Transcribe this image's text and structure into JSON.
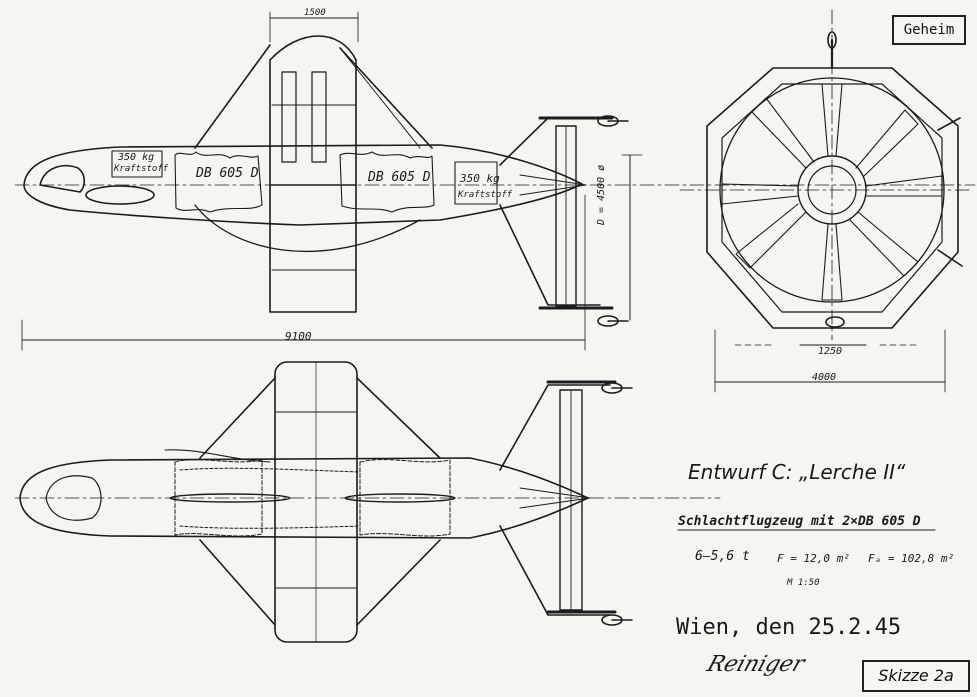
{
  "stamp": "Geheim",
  "title": "Entwurf C: „Lerche II“",
  "subtitle": "Schlachtflugzeug mit 2×DB 605 D",
  "specs": {
    "weight": "6–5,6 t",
    "area_f": "F = 12,0 m²",
    "area_fa": "Fₐ = 102,8 m²",
    "scale": "M 1:50"
  },
  "place_date": "Wien, den 25.2.45",
  "signature": "Reiniger",
  "sheet": "Skizze 2a",
  "side_view": {
    "labels": {
      "engine_front": "DB 605 D",
      "engine_rear": "DB 605 D",
      "fuel_left": "350 kg",
      "fuel_left_sub": "Kraftstoff",
      "fuel_right": "350 kg",
      "fuel_right_sub": "Kraftstoff"
    }
  },
  "dimensions": {
    "ring_width": "1500",
    "length": "9100",
    "ring_diameter": "D = 4500 ø",
    "hub": "1250",
    "front_width": "4000"
  }
}
